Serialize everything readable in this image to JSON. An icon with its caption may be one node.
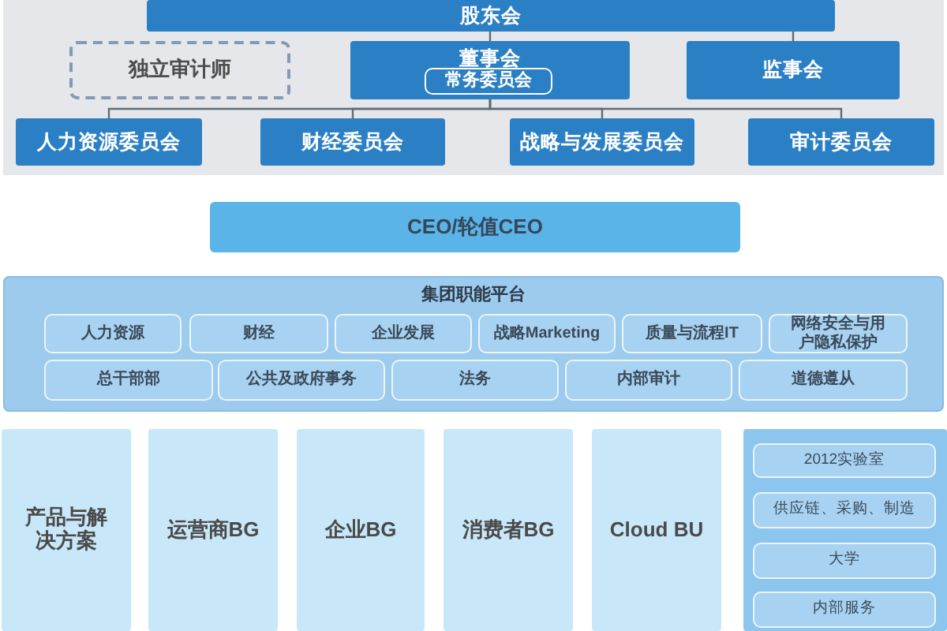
{
  "diagram": {
    "nodes": [
      {
        "text": [
          "股东会"
        ]
      },
      {
        "text": [
          "独立审计师"
        ]
      },
      {
        "text": [
          "董事会"
        ]
      },
      {
        "text": [
          "常务委员会"
        ],
        "in": 2
      },
      {
        "text": [
          "监事会"
        ]
      },
      {
        "text": [
          "人力资源委员会"
        ]
      },
      {
        "text": [
          "财经委员会"
        ]
      },
      {
        "text": [
          "战略与发展委员会"
        ]
      },
      {
        "text": [
          "审计委员会"
        ]
      },
      {
        "text": [
          "CEO/轮值CEO"
        ]
      },
      {
        "text": [
          "集团职能平台"
        ]
      },
      {
        "text": [
          "人力资源"
        ],
        "in": 10
      },
      {
        "text": [
          "财经"
        ],
        "in": 10
      },
      {
        "text": [
          "企业发展"
        ],
        "in": 10
      },
      {
        "text": [
          "战略Marketing"
        ],
        "in": 10
      },
      {
        "text": [
          "质量与流程IT"
        ],
        "in": 10
      },
      {
        "text": [
          "网络安全与用户隐私保护"
        ],
        "in": 10
      },
      {
        "text": [
          "总干部部"
        ],
        "in": 10
      },
      {
        "text": [
          "公共及政府事务"
        ],
        "in": 10
      },
      {
        "text": [
          "法务"
        ],
        "in": 10
      },
      {
        "text": [
          "内部审计"
        ],
        "in": 10
      },
      {
        "text": [
          "道德遵从"
        ],
        "in": 10
      },
      {
        "text": [
          "产品与解决方案"
        ]
      },
      {
        "text": [
          "运营商BG"
        ]
      },
      {
        "text": [
          "企业BG"
        ]
      },
      {
        "text": [
          "消费者BG"
        ]
      },
      {
        "text": [
          "Cloud BU"
        ]
      },
      {
        "text": [],
        "shape": "box"
      },
      {
        "text": [
          "2012实验室"
        ],
        "in": 27
      },
      {
        "text": [
          "供应链、采购、制造"
        ],
        "in": 27
      },
      {
        "text": [
          "大学"
        ],
        "in": 27
      },
      {
        "text": [
          "内部服务"
        ],
        "in": 27
      }
    ],
    "edges": [
      {
        "from": 0,
        "to": 2,
        "arrow": "none"
      },
      {
        "from": 0,
        "to": 4,
        "arrow": "none"
      },
      {
        "from": 2,
        "to": 5,
        "arrow": "none"
      },
      {
        "from": 2,
        "to": 6,
        "arrow": "none"
      },
      {
        "from": 2,
        "to": 7,
        "arrow": "none"
      },
      {
        "from": 2,
        "to": 8,
        "arrow": "none"
      }
    ]
  }
}
